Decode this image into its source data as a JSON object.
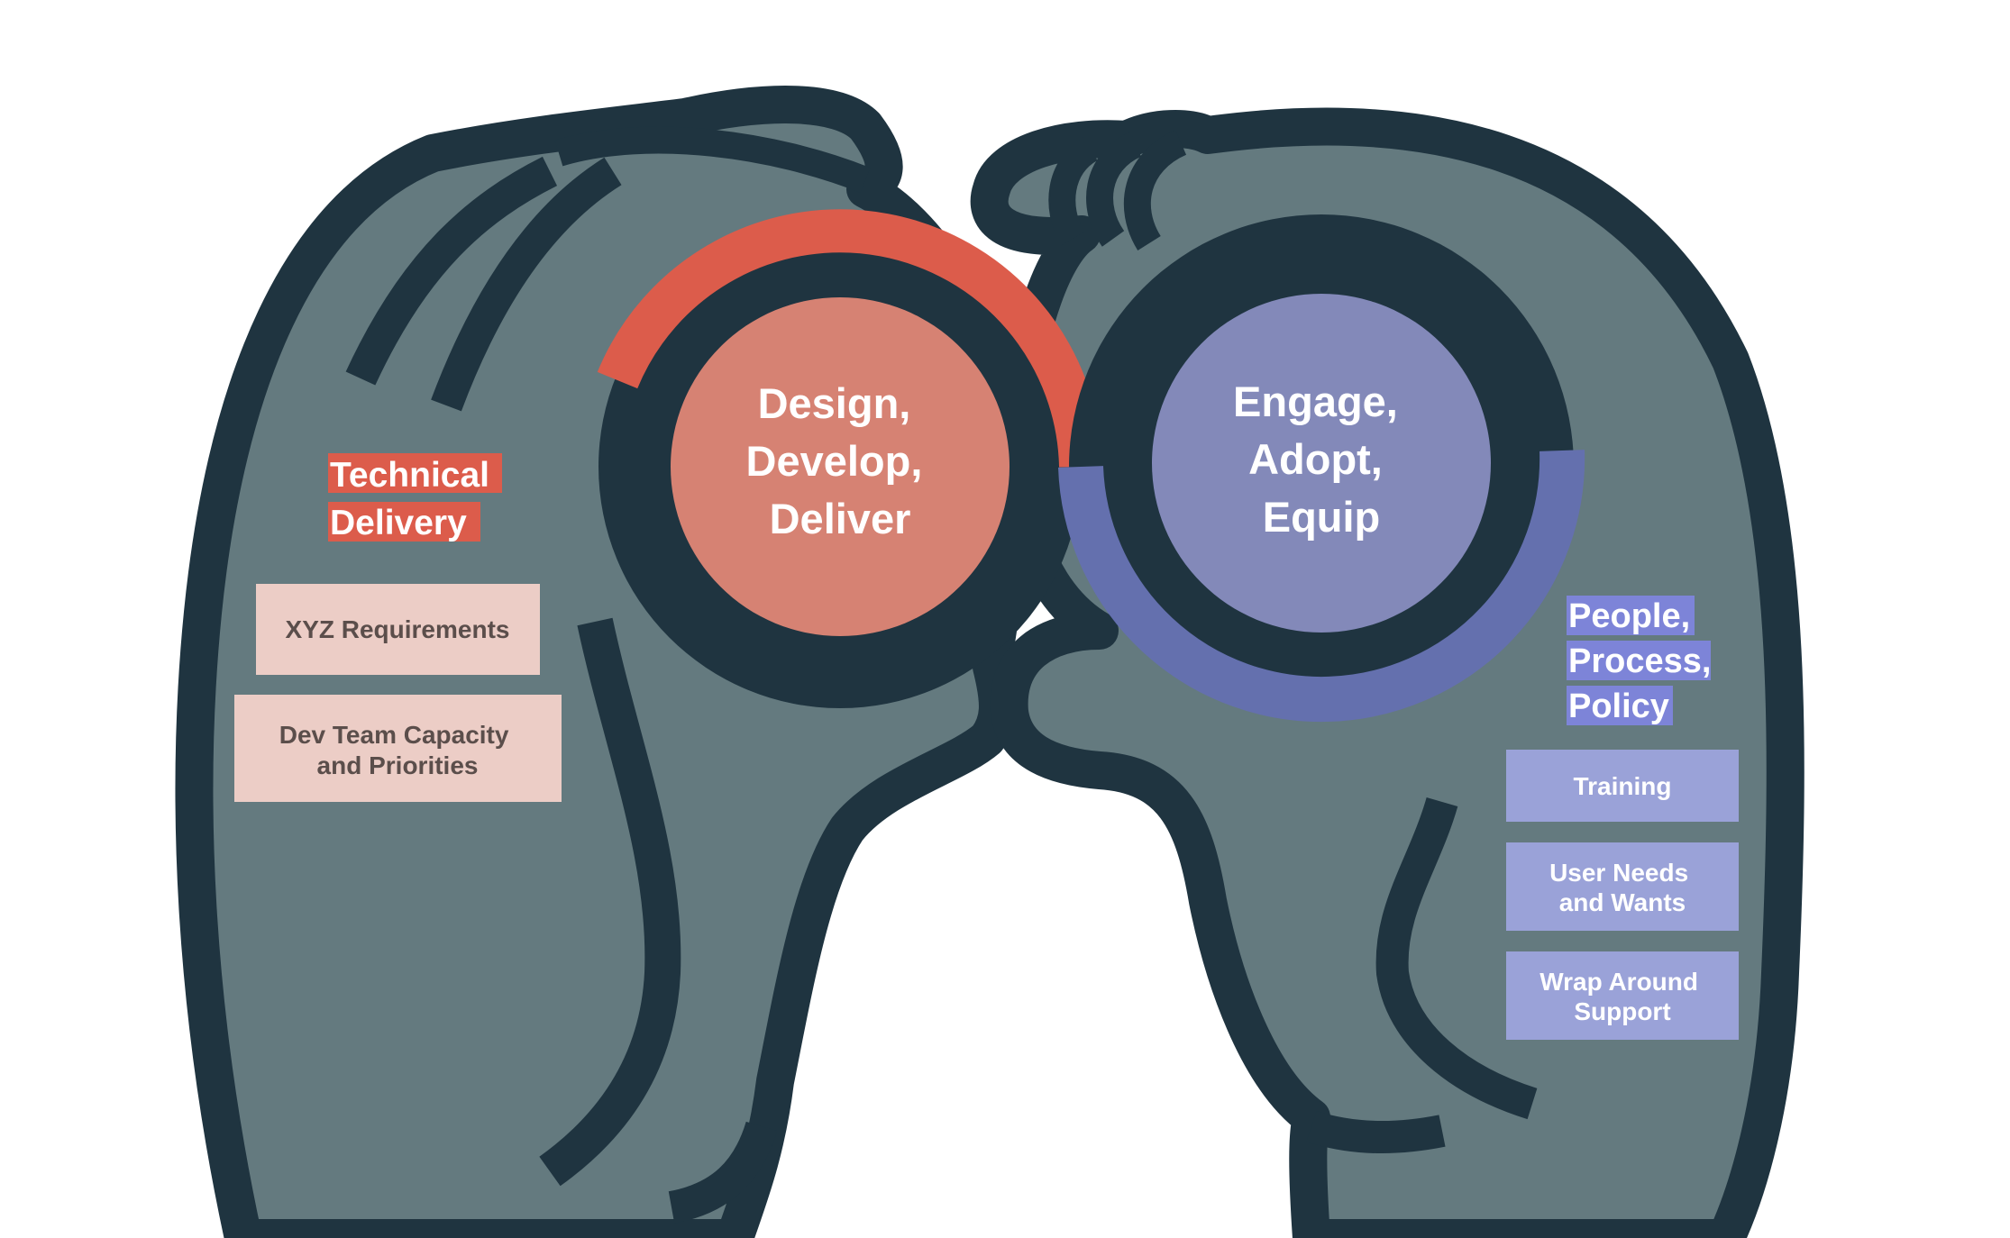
{
  "colors": {
    "outline": "#1f3440",
    "fill": "#647a7f",
    "red": "#dc5c4b",
    "red_circle": "#d68273",
    "red_box": "#eccdc6",
    "red_box_text": "#5b4e4b",
    "blue": "#6470ae",
    "blue_circle": "#8389b9",
    "blue_label": "#7d84d8",
    "blue_box": "#9aa2d8",
    "blue_box_text": "#ffffff"
  },
  "left": {
    "circle_lines": [
      "Design,",
      "Develop,",
      "Deliver"
    ],
    "heading_lines": [
      "Technical",
      "Delivery"
    ],
    "boxes": [
      {
        "lines": [
          "XYZ Requirements"
        ]
      },
      {
        "lines": [
          "Dev Team Capacity",
          "and Priorities"
        ]
      }
    ]
  },
  "right": {
    "circle_lines": [
      "Engage,",
      "Adopt,",
      "Equip"
    ],
    "heading_lines": [
      "People,",
      "Process,",
      "Policy"
    ],
    "boxes": [
      {
        "lines": [
          "Training"
        ]
      },
      {
        "lines": [
          "User Needs",
          "and Wants"
        ]
      },
      {
        "lines": [
          "Wrap Around",
          "Support"
        ]
      }
    ]
  }
}
